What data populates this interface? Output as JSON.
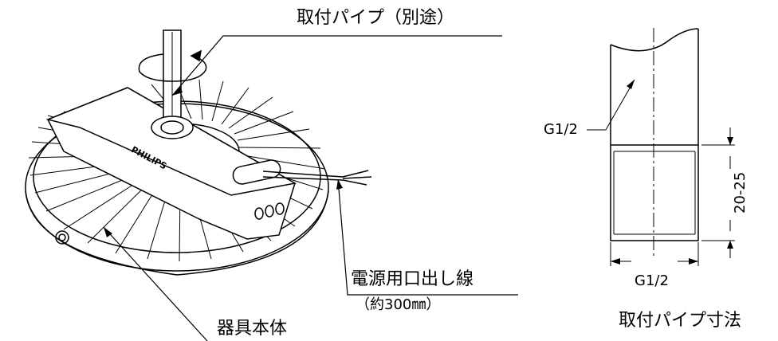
{
  "labels": {
    "pipe_optional": "取付パイプ（別途）",
    "power_cable": "電源用口出し線",
    "cable_length": "（約300㎜）",
    "fixture_body": "器具本体",
    "pipe_dimensions": "取付パイプ寸法",
    "thread_left": "G1/2",
    "thread_bottom": "G1/2",
    "thread_length": "20-25",
    "brand": "PHILIPS",
    "terminal_marks": "000"
  },
  "colors": {
    "line": "#000000",
    "background": "#ffffff"
  }
}
